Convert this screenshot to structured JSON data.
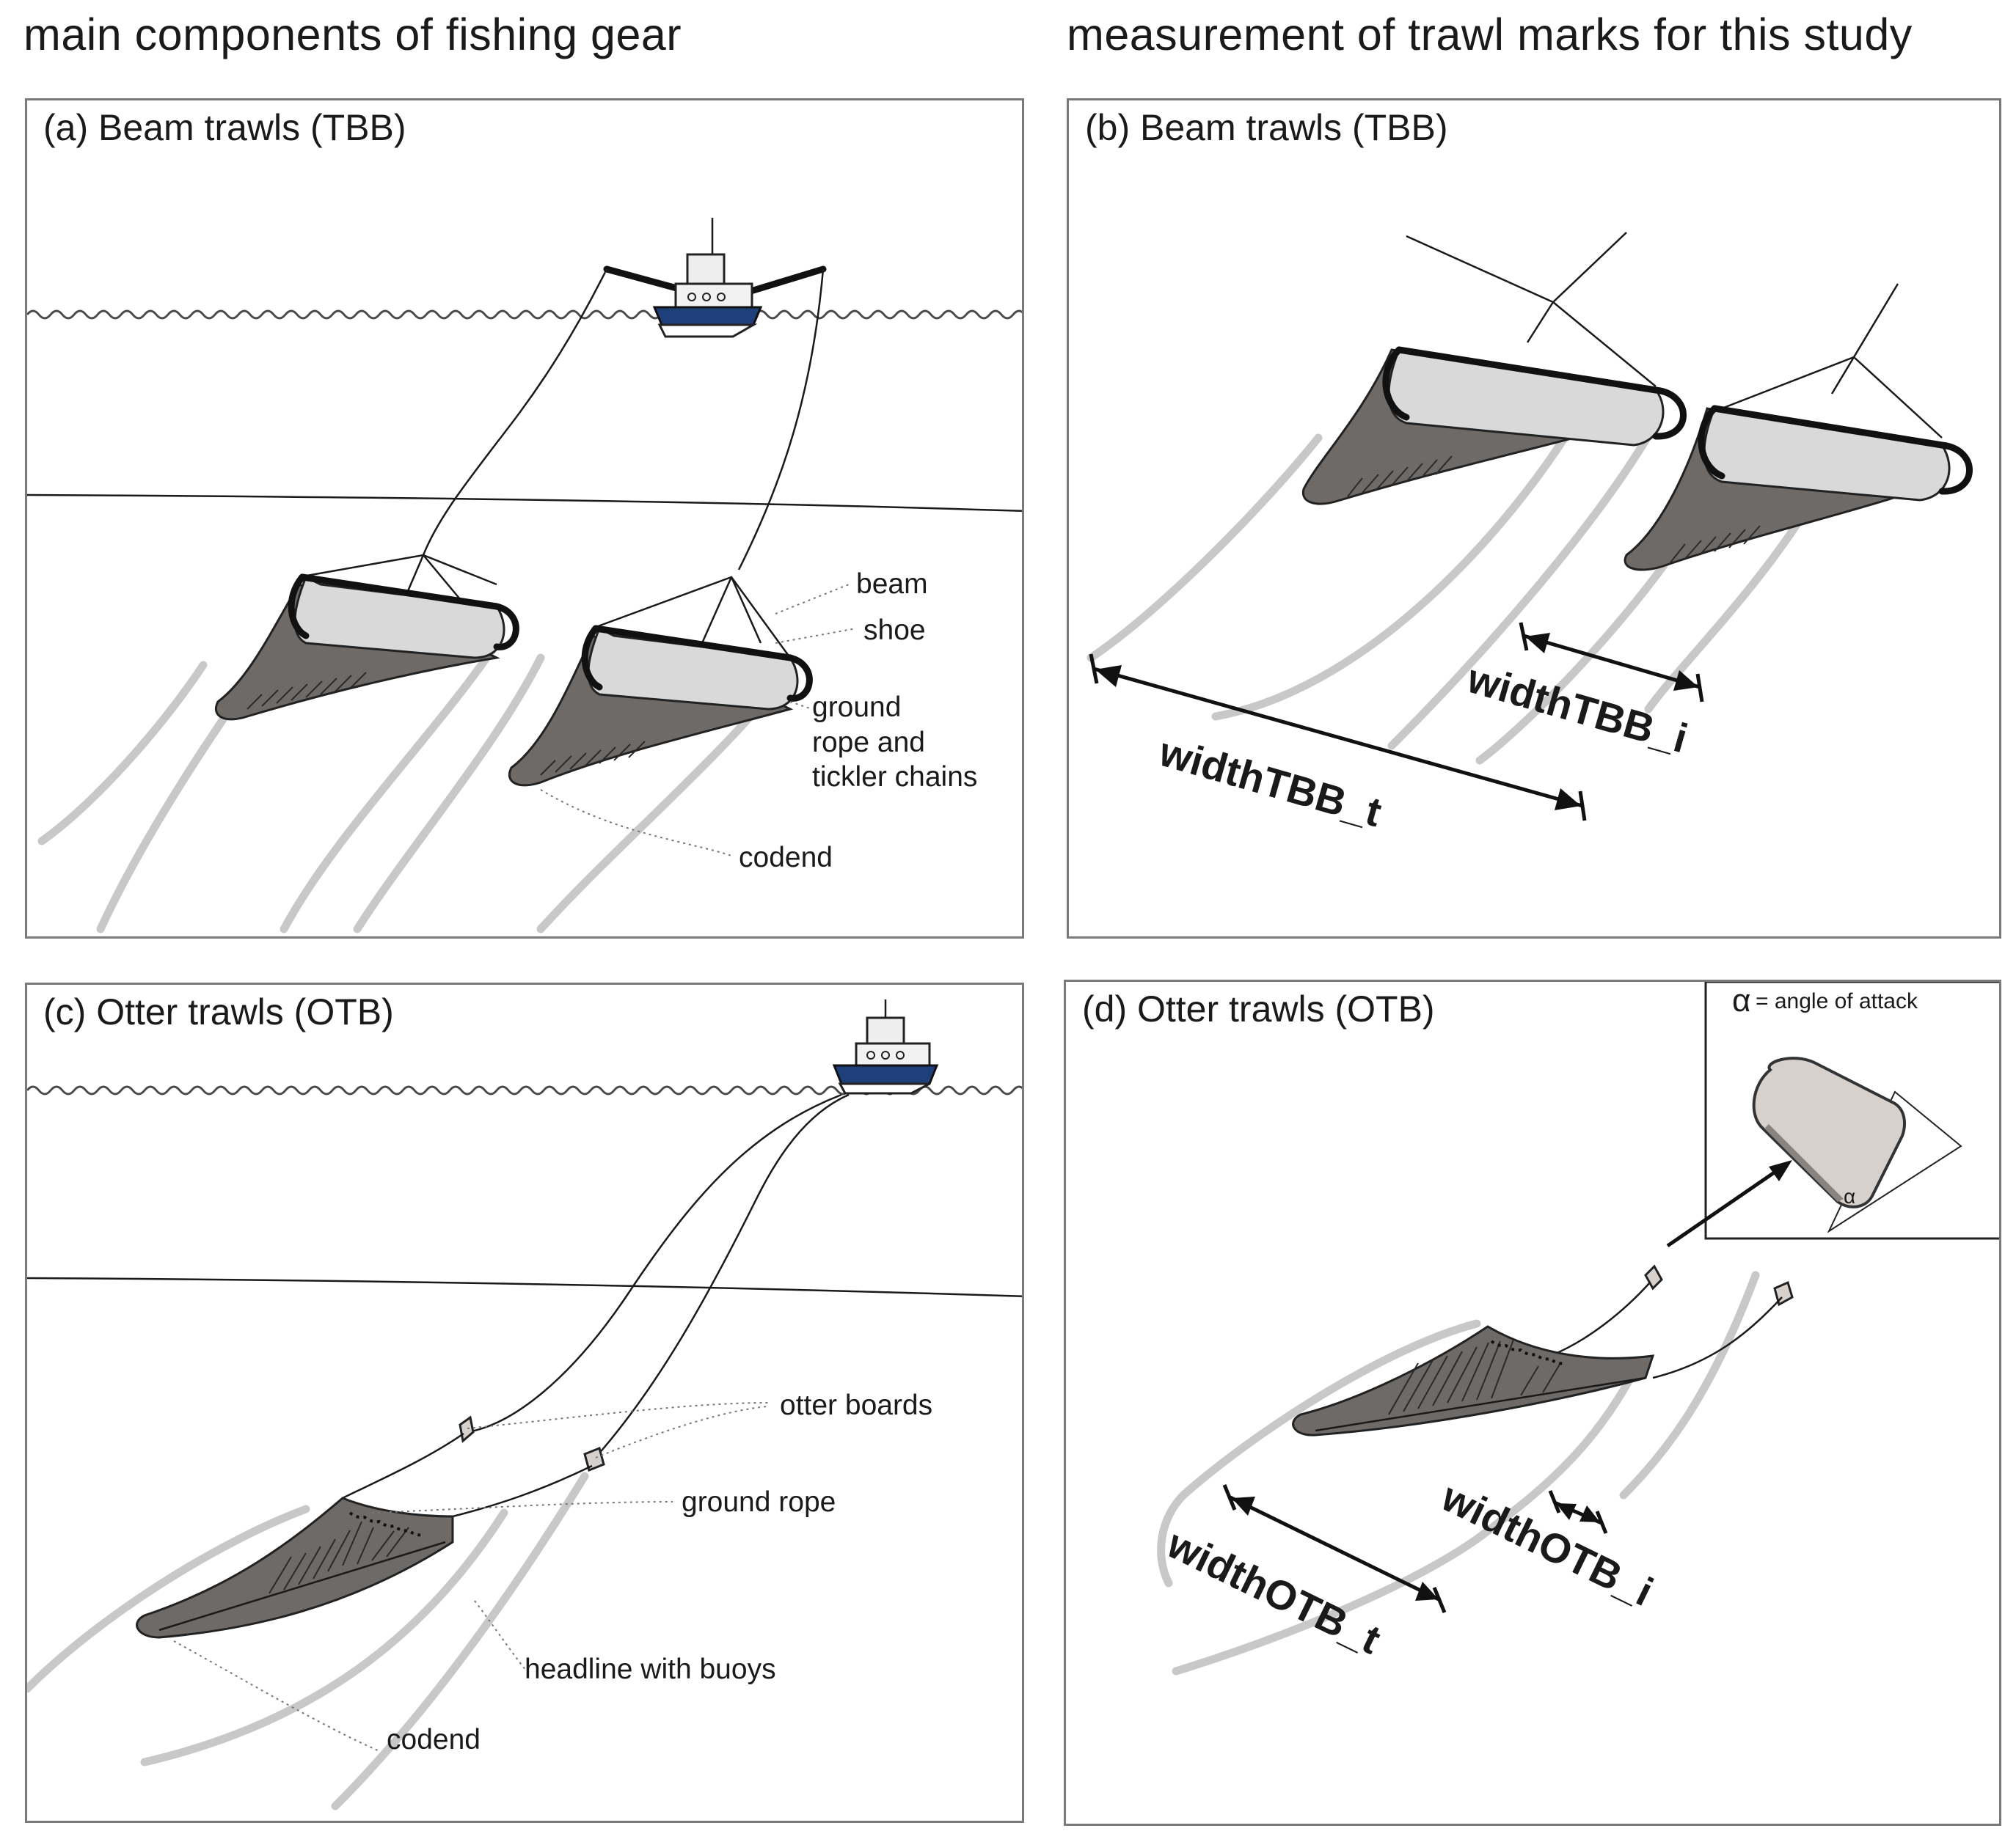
{
  "headings": {
    "left": "main components of fishing gear",
    "right": "measurement of trawl marks for this study"
  },
  "panels": {
    "a": {
      "title": "(a) Beam trawls (TBB)",
      "labels": {
        "beam": "beam",
        "shoe": "shoe",
        "ground_rope_1": "ground",
        "ground_rope_2": "rope and",
        "ground_rope_3": "tickler chains",
        "codend": "codend"
      }
    },
    "b": {
      "title": "(b) Beam trawls (TBB)",
      "labels": {
        "width_total": "widthTBB_t",
        "width_inner": "widthTBB_i"
      }
    },
    "c": {
      "title": "(c) Otter trawls (OTB)",
      "labels": {
        "otter_boards": "otter boards",
        "ground_rope": "ground rope",
        "headline": "headline with buoys",
        "codend": "codend"
      }
    },
    "d": {
      "title": "(d) Otter trawls (OTB)",
      "labels": {
        "width_total": "widthOTB_t",
        "width_inner": "widthOTB_i",
        "alpha_symbol": "α",
        "alpha_text": "= angle of attack",
        "alpha_mark": "α"
      }
    }
  },
  "colors": {
    "vessel_hull": "#1f3f7a",
    "net": "#6e6a67",
    "track": "#c8c8c8",
    "shoe": "#d9d9d9",
    "otter_board": "#d6d1cc"
  }
}
